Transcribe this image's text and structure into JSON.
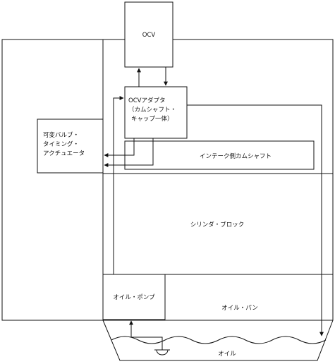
{
  "labels": {
    "ocv": "OCV",
    "ocv_adapter_line1": "OCVアダプタ",
    "ocv_adapter_line2": "（カムシャフト・",
    "ocv_adapter_line3": "キャップ一体）",
    "vvt_line1": "可変バルブ・",
    "vvt_line2": "タイミング・",
    "vvt_line3": "アクチュエータ",
    "intake_camshaft": "インテーク側カムシャフト",
    "cylinder_block": "シリンダ・ブロック",
    "oil_pump": "オイル・ポンプ",
    "oil_pan": "オイル・パン",
    "oil": "オイル"
  }
}
